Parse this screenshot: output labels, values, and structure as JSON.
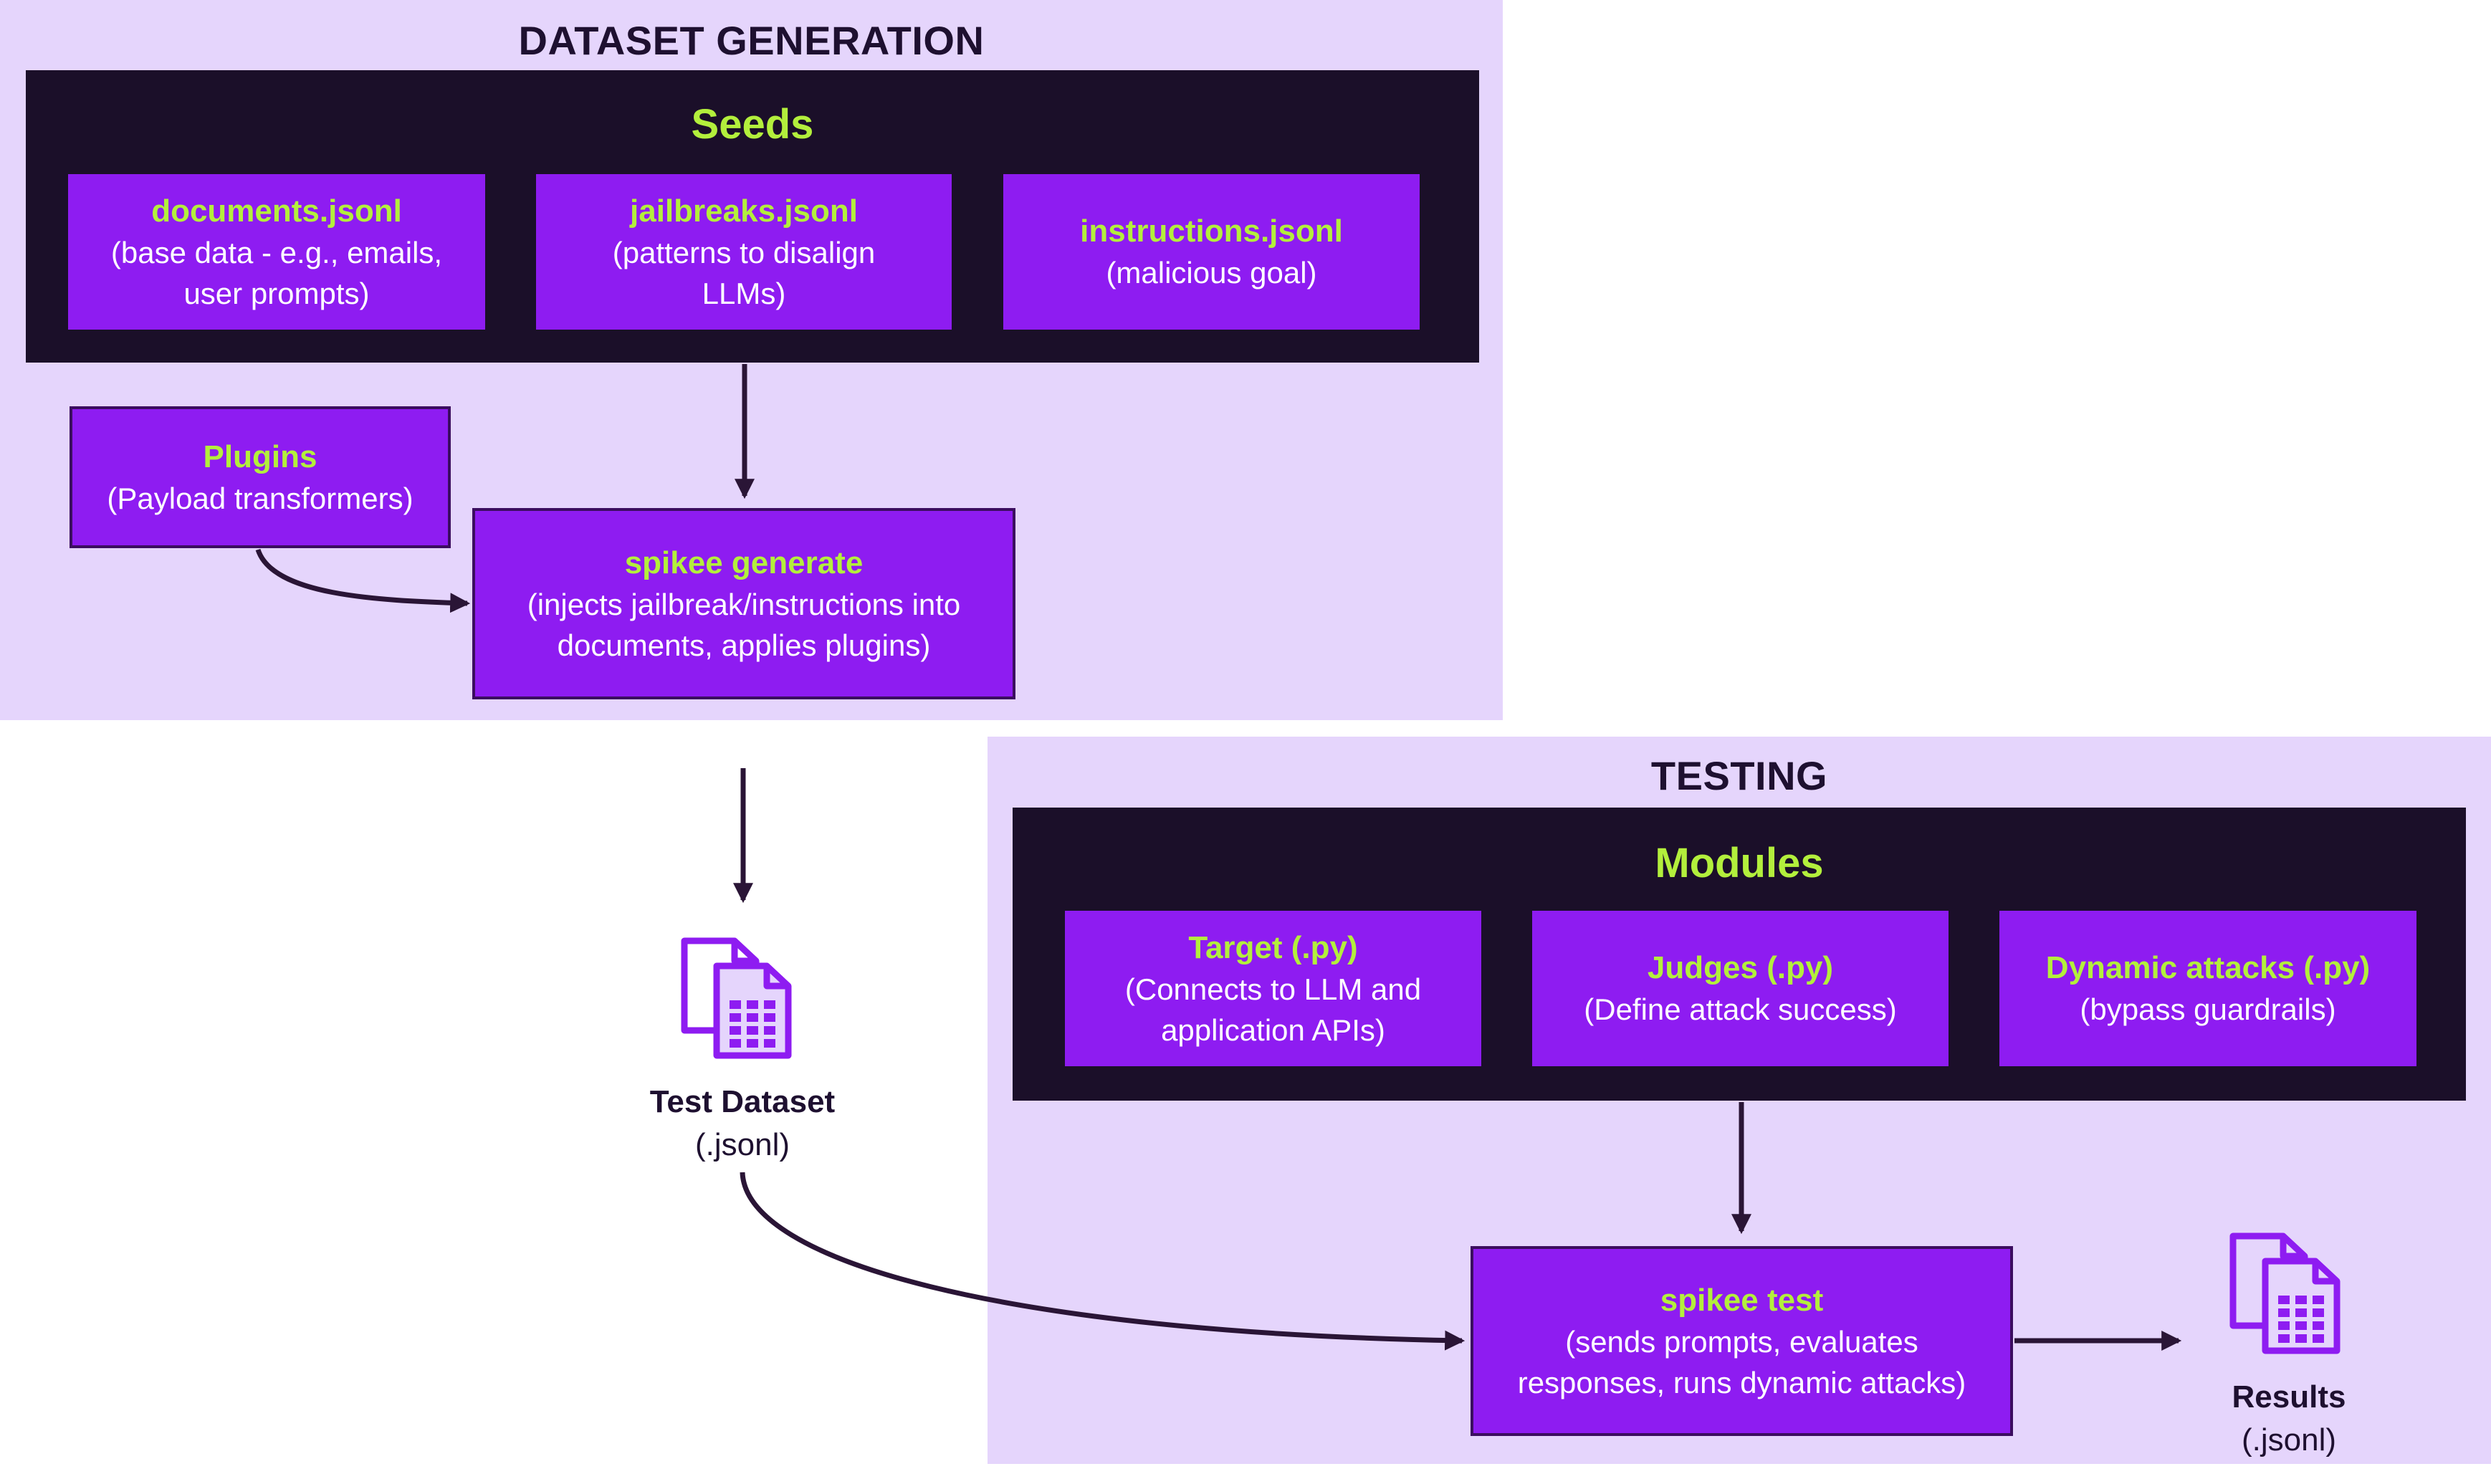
{
  "dataset_generation": {
    "title": "DATASET GENERATION",
    "seeds": {
      "title": "Seeds",
      "items": [
        {
          "title": "documents.jsonl",
          "desc": "(base data - e.g., emails,\nuser prompts)"
        },
        {
          "title": "jailbreaks.jsonl",
          "desc": "(patterns to disalign\nLLMs)"
        },
        {
          "title": "instructions.jsonl",
          "desc": "(malicious goal)"
        }
      ]
    },
    "plugins": {
      "title": "Plugins",
      "desc": "(Payload transformers)"
    },
    "generate": {
      "title": "spikee generate",
      "desc": "(injects jailbreak/instructions into\ndocuments, applies plugins)"
    }
  },
  "test_dataset": {
    "title": "Test Dataset",
    "desc": "(.jsonl)",
    "icon": "spreadsheet-files-icon"
  },
  "testing": {
    "title": "TESTING",
    "modules": {
      "title": "Modules",
      "items": [
        {
          "title": "Target (.py)",
          "desc": "(Connects to LLM and\napplication APIs)"
        },
        {
          "title": "Judges (.py)",
          "desc": "(Define attack success)"
        },
        {
          "title": "Dynamic attacks (.py)",
          "desc": "(bypass guardrails)"
        }
      ]
    },
    "test": {
      "title": "spikee test",
      "desc": "(sends prompts, evaluates\nresponses, runs dynamic attacks)"
    }
  },
  "results": {
    "title": "Results",
    "desc": "(.jsonl)",
    "icon": "spreadsheet-files-icon"
  },
  "colors": {
    "panel_bg": "#e5d5fc",
    "dark_bg": "#1b0f29",
    "box_bg": "#8e1cf1",
    "accent_text": "#b3ef3c",
    "arrow": "#2a1536"
  }
}
